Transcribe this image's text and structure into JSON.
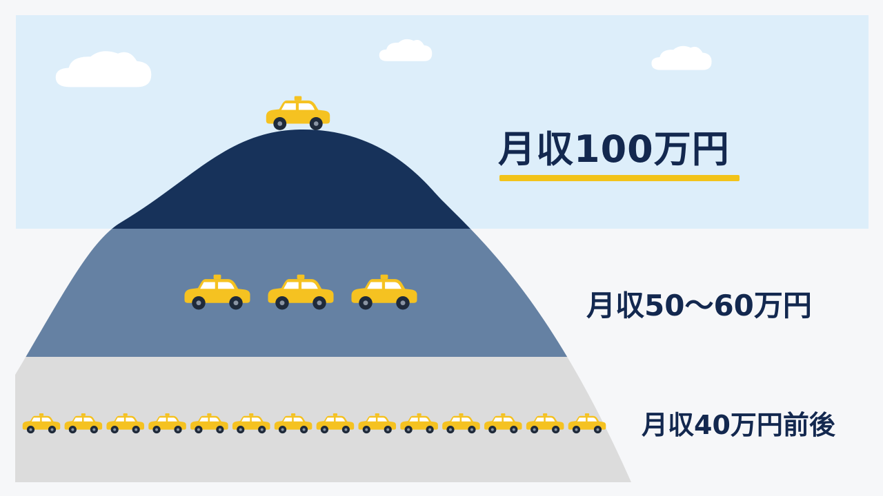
{
  "tiers": [
    {
      "id": "top",
      "label": "月収100万円",
      "taxi_count": 1,
      "fill_color": "#17325a"
    },
    {
      "id": "middle",
      "label": "月収50〜60万円",
      "taxi_count": 3,
      "fill_color": "#6581a3"
    },
    {
      "id": "bottom",
      "label": "月収40万円前後",
      "taxi_count": 14,
      "fill_color": "#dcdcdc"
    }
  ],
  "colors": {
    "sky": "#ddeefa",
    "cloud": "#ffffff",
    "taxi_body": "#f5c221",
    "taxi_window": "#ffffff",
    "wheel": "#1f2a3a",
    "label_text": "#13284f",
    "underline": "#f2c319",
    "background": "#f6f7f9"
  },
  "icons": [
    "taxi-icon",
    "cloud-icon"
  ]
}
